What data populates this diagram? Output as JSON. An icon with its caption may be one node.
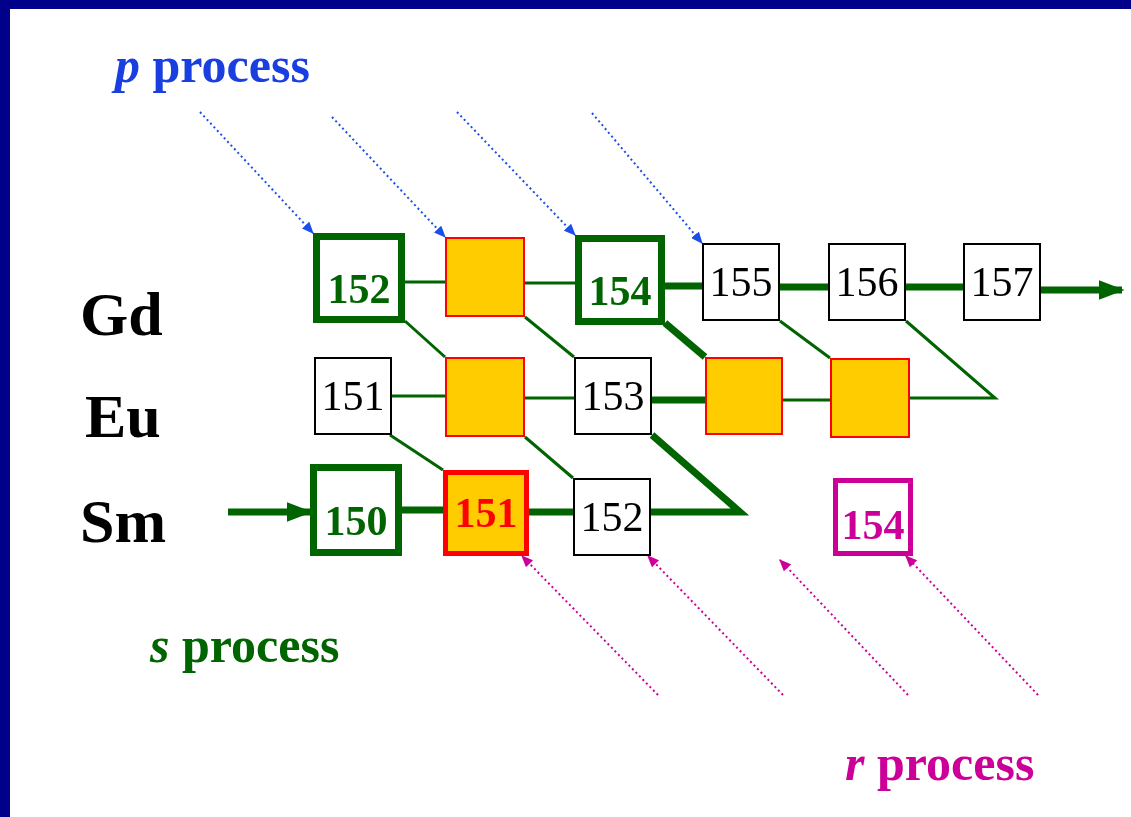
{
  "diagram": {
    "nodes": [
      {
        "text": [
          "152"
        ]
      },
      {
        "text": [],
        "shape": "box"
      },
      {
        "text": [
          "154"
        ]
      },
      {
        "text": [
          "155"
        ]
      },
      {
        "text": [
          "156"
        ]
      },
      {
        "text": [
          "157"
        ]
      },
      {
        "text": [
          "151"
        ]
      },
      {
        "text": [],
        "shape": "box"
      },
      {
        "text": [
          "153"
        ]
      },
      {
        "text": [],
        "shape": "box"
      },
      {
        "text": [],
        "shape": "box"
      },
      {
        "text": [
          "150"
        ]
      },
      {
        "text": [
          "151"
        ]
      },
      {
        "text": [
          "152"
        ]
      },
      {
        "text": [
          "154"
        ]
      }
    ],
    "edges": [
      {
        "from": null,
        "to": 0,
        "arrow": "to",
        "style": "dashed",
        "color": "#1a4fe8"
      },
      {
        "from": null,
        "to": 1,
        "arrow": "to",
        "style": "dashed",
        "color": "#1a4fe8"
      },
      {
        "from": null,
        "to": 2,
        "arrow": "to",
        "style": "dashed",
        "color": "#1a4fe8"
      },
      {
        "from": null,
        "to": 3,
        "arrow": "to",
        "style": "dashed",
        "color": "#1a4fe8"
      },
      {
        "from": 0,
        "to": 1,
        "arrow": "none"
      },
      {
        "from": 1,
        "to": 2,
        "arrow": "none"
      },
      {
        "from": 2,
        "to": 3,
        "arrow": "none",
        "style": "thick"
      },
      {
        "from": 3,
        "to": 4,
        "arrow": "none",
        "style": "thick"
      },
      {
        "from": 4,
        "to": 5,
        "arrow": "none",
        "style": "thick"
      },
      {
        "from": 5,
        "to": null,
        "arrow": "to",
        "style": "thick"
      },
      {
        "from": 0,
        "to": 7,
        "arrow": "none"
      },
      {
        "from": 1,
        "to": 8,
        "arrow": "none"
      },
      {
        "from": 2,
        "to": 9,
        "arrow": "none",
        "style": "thick"
      },
      {
        "from": 3,
        "to": 10,
        "arrow": "none"
      },
      {
        "from": 6,
        "to": 7,
        "arrow": "none"
      },
      {
        "from": 7,
        "to": 8,
        "arrow": "none"
      },
      {
        "from": 8,
        "to": 9,
        "arrow": "none",
        "style": "thick"
      },
      {
        "from": 9,
        "to": 10,
        "arrow": "none"
      },
      {
        "from": 10,
        "to": 4,
        "arrow": "none"
      },
      {
        "from": 6,
        "to": 12,
        "arrow": "none"
      },
      {
        "from": 7,
        "to": 13,
        "arrow": "none"
      },
      {
        "from": null,
        "to": 11,
        "arrow": "to",
        "style": "thick"
      },
      {
        "from": 11,
        "to": 12,
        "arrow": "none",
        "style": "thick"
      },
      {
        "from": 12,
        "to": 13,
        "arrow": "none",
        "style": "thick"
      },
      {
        "from": 13,
        "to": 8,
        "arrow": "none",
        "style": "thick"
      },
      {
        "from": null,
        "to": 12,
        "arrow": "to",
        "style": "dashed",
        "color": "#cc0099"
      },
      {
        "from": null,
        "to": 13,
        "arrow": "to",
        "style": "dashed",
        "color": "#cc0099"
      },
      {
        "from": null,
        "to": 14,
        "arrow": "to",
        "style": "dashed",
        "color": "#cc0099"
      }
    ],
    "labels": [
      "*p* process",
      "Gd",
      "Eu",
      "Sm",
      "*s* process",
      "*r* process"
    ]
  }
}
